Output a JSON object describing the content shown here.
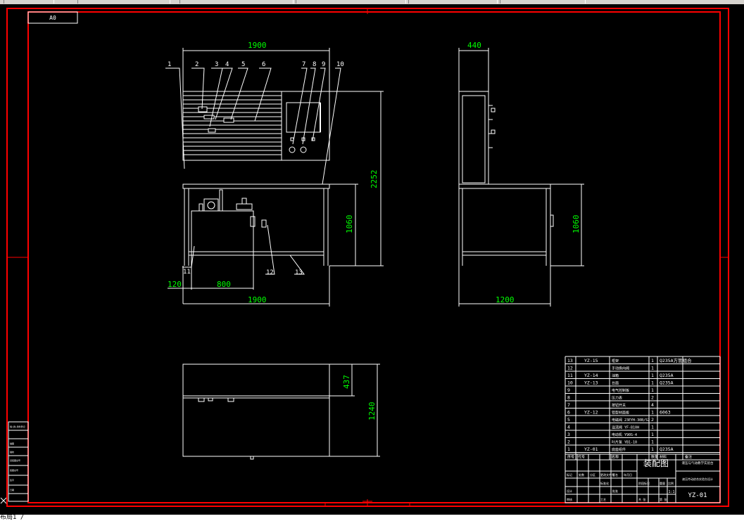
{
  "sheet": {
    "size_label": "A0",
    "status_text": "布局1 /"
  },
  "colors": {
    "border": "#ff0000",
    "drawing": "#ffffff",
    "dimension": "#00ff00",
    "background": "#000000"
  },
  "dimensions": {
    "front_width_top": "1900",
    "front_height_total": "2252",
    "front_height_lower": "1060",
    "front_offset": "120",
    "front_inner_width": "800",
    "front_width_bottom": "1900",
    "side_top_depth": "440",
    "side_height_lower": "1060",
    "side_depth": "1200",
    "plan_depth_top": "437",
    "plan_depth_total": "1240"
  },
  "balloons": [
    "1",
    "2",
    "3",
    "4",
    "5",
    "6",
    "7",
    "8",
    "9",
    "10",
    "11",
    "12",
    "13"
  ],
  "bom": [
    {
      "no": "13",
      "code": "YZ-15",
      "name": "框架",
      "qty": "1",
      "material": "Q235A方管组合"
    },
    {
      "no": "12",
      "code": "",
      "name": "手动换向阀",
      "qty": "1",
      "material": ""
    },
    {
      "no": "11",
      "code": "YZ-14",
      "name": "油箱",
      "qty": "1",
      "material": "Q235A"
    },
    {
      "no": "10",
      "code": "YZ-13",
      "name": "台面",
      "qty": "1",
      "material": "Q235A"
    },
    {
      "no": "9",
      "code": "",
      "name": "电气控制板",
      "qty": "1",
      "material": ""
    },
    {
      "no": "8",
      "code": "",
      "name": "压力表",
      "qty": "2",
      "material": ""
    },
    {
      "no": "7",
      "code": "",
      "name": "按钮开关",
      "qty": "4",
      "material": ""
    },
    {
      "no": "6",
      "code": "YZ-12",
      "name": "铝型材面板",
      "qty": "1",
      "material": "6063"
    },
    {
      "no": "5",
      "code": "",
      "name": "电磁阀 23EYH-30B/S2",
      "qty": "2",
      "material": ""
    },
    {
      "no": "4",
      "code": "",
      "name": "溢流阀 YF-B10H",
      "qty": "1",
      "material": ""
    },
    {
      "no": "3",
      "code": "",
      "name": "电动机 Y90S-4",
      "qty": "1",
      "material": ""
    },
    {
      "no": "2",
      "code": "",
      "name": "叶片泵 YB1-10",
      "qty": "1",
      "material": ""
    },
    {
      "no": "1",
      "code": "YZ-01",
      "name": "底座组件",
      "qty": "1",
      "material": "Q235A"
    }
  ],
  "bom_header": [
    "序号",
    "代号",
    "名称",
    "数量",
    "材料",
    "备注"
  ],
  "title_block": {
    "drawing_title": "装配图",
    "company": "液压与气动教学实验台",
    "subtitle": "液压传动综合实验台设计",
    "drawing_number": "YZ-01",
    "scale": "1:1",
    "row_labels": [
      "标记",
      "处数",
      "分区",
      "更改文件号",
      "签名",
      "年月日"
    ],
    "row_labels2": [
      "设计",
      "标准化",
      "阶段标记",
      "重量",
      "比例"
    ],
    "row_labels3": [
      "审核",
      "工艺",
      "批准",
      "共 张",
      "第 张"
    ]
  },
  "left_strip": [
    "借(通)用件登记",
    "",
    "描图",
    "描校",
    "旧底图总号",
    "底图总号",
    "签字",
    "日期"
  ]
}
